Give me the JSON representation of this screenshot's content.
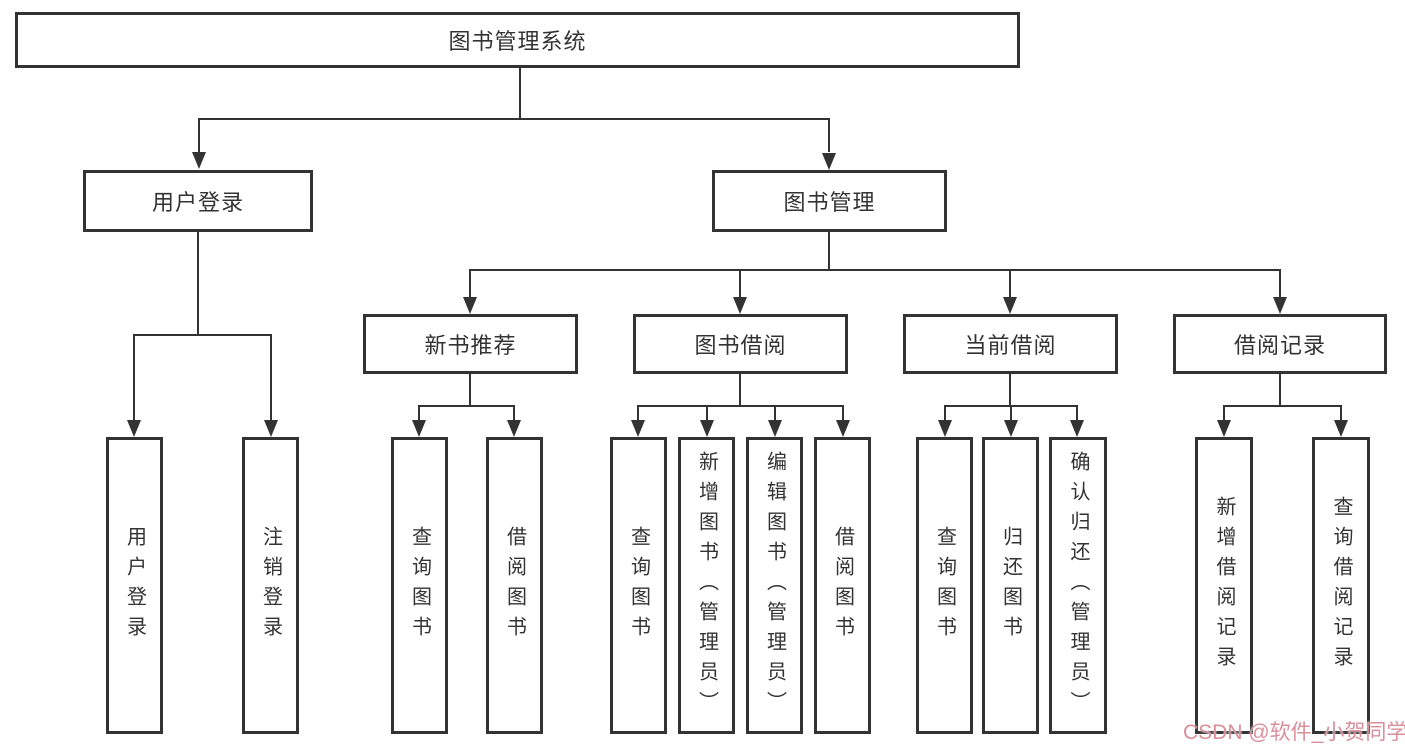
{
  "colors": {
    "background": "#ffffff",
    "box_border": "#333333",
    "connector_line": "#333333",
    "text": "#333333",
    "watermark": "#d98f9a"
  },
  "tree": {
    "root": {
      "label": "图书管理系统"
    },
    "branches": [
      {
        "label": "用户登录",
        "children": [
          {
            "label": "用户登录"
          },
          {
            "label": "注销登录"
          }
        ]
      },
      {
        "label": "图书管理",
        "children": [
          {
            "label": "新书推荐",
            "children": [
              {
                "label": "查询图书"
              },
              {
                "label": "借阅图书"
              }
            ]
          },
          {
            "label": "图书借阅",
            "children": [
              {
                "label": "查询图书"
              },
              {
                "label": "新增图书（管理员）"
              },
              {
                "label": "编辑图书（管理员）"
              },
              {
                "label": "借阅图书"
              }
            ]
          },
          {
            "label": "当前借阅",
            "children": [
              {
                "label": "查询图书"
              },
              {
                "label": "归还图书"
              },
              {
                "label": "确认归还（管理员）"
              }
            ]
          },
          {
            "label": "借阅记录",
            "children": [
              {
                "label": "新增借阅记录"
              },
              {
                "label": "查询借阅记录"
              }
            ]
          }
        ]
      }
    ]
  },
  "watermark": {
    "text": "CSDN @软件_小贺同学"
  }
}
